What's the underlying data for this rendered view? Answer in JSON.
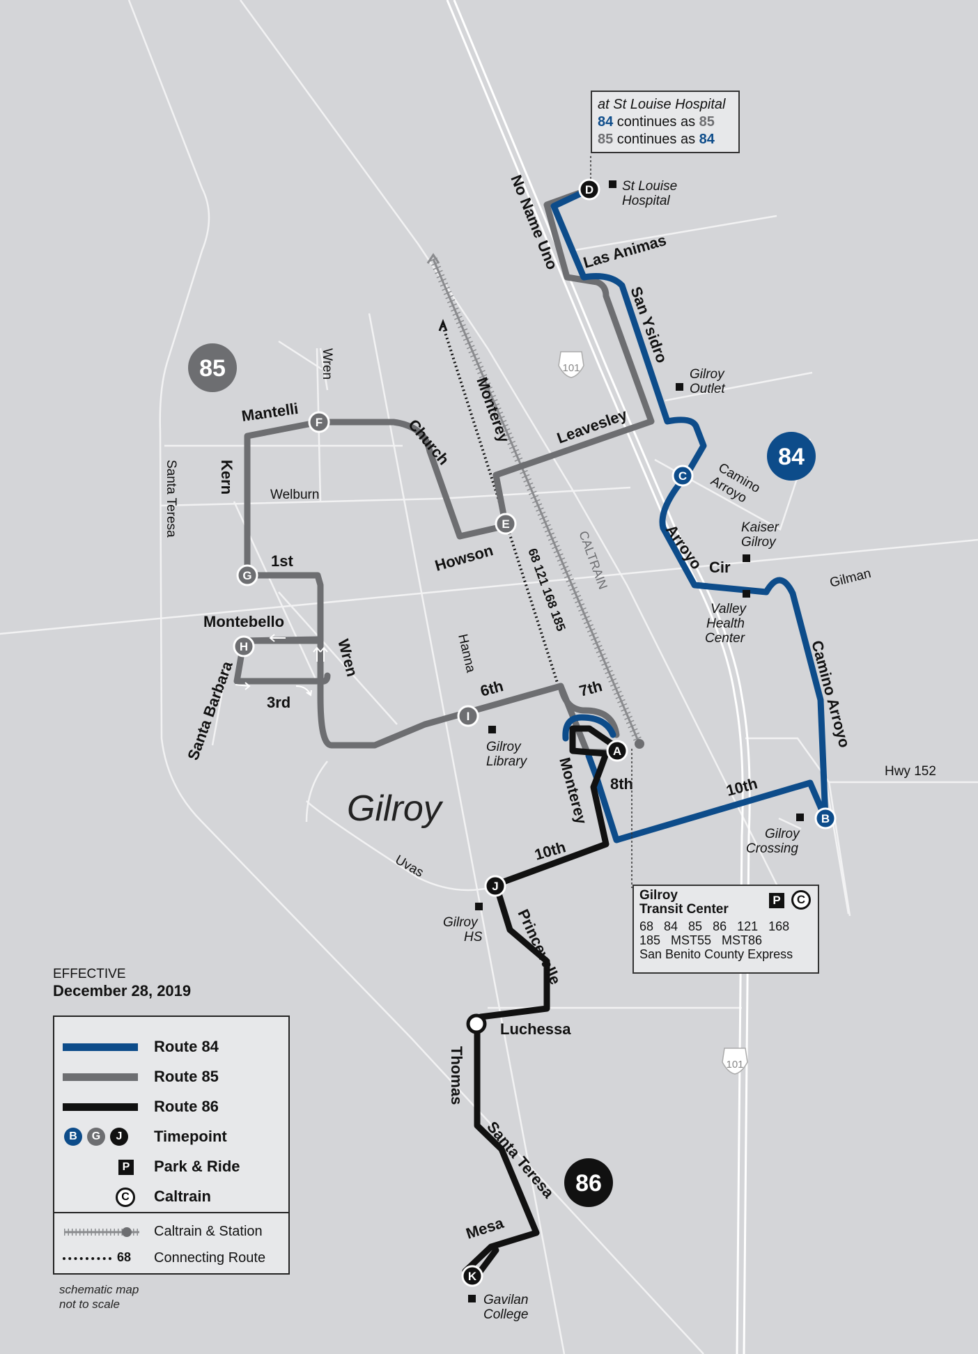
{
  "city_label": "Gilroy",
  "route_badges": [
    {
      "text": "84",
      "color": "#0d4c8a"
    },
    {
      "text": "85",
      "color": "#6d6e71"
    },
    {
      "text": "86",
      "color": "#111111"
    }
  ],
  "streets": {
    "no_name_uno": "No Name Uno",
    "las_animas": "Las Animas",
    "san_ysidro": "San Ysidro",
    "wren_top": "Wren",
    "wren_mid": "Wren",
    "mantelli": "Mantelli",
    "church": "Church",
    "monterey_top": "Monterey",
    "leavesley": "Leavesley",
    "camino_arroyo_top": "Camino\nArroyo",
    "kern": "Kern",
    "welburn": "Welburn",
    "santa_teresa_north": "Santa Teresa",
    "howson": "Howson",
    "arroyo_cir": "Arroyo   Cir",
    "first": "1st",
    "gilman": "Gilman",
    "montebello": "Montebello",
    "hanna": "Hanna",
    "santa_barbara": "Santa Barbara",
    "third": "3rd",
    "sixth": "6th",
    "seventh": "7th",
    "caltrain": "CALTRAIN",
    "connecting_routes": "68  121  168  185",
    "camino_arroyo_right": "Camino Arroyo",
    "hwy_152": "Hwy 152",
    "eighth": "8th",
    "tenth_right": "10th",
    "monterey_bottom": "Monterey",
    "uvas": "Uvas",
    "tenth_left": "10th",
    "princevalle": "Princevalle",
    "luchessa": "Luchessa",
    "thomas": "Thomas",
    "santa_teresa_south": "Santa Teresa",
    "mesa": "Mesa",
    "hwy_101": "101"
  },
  "landmarks": {
    "st_louise": [
      "St Louise",
      "Hospital"
    ],
    "gilroy_outlet": [
      "Gilroy",
      "Outlet"
    ],
    "kaiser": [
      "Kaiser",
      "Gilroy"
    ],
    "valley_health": [
      "Valley",
      "Health",
      "Center"
    ],
    "library": [
      "Gilroy",
      "Library"
    ],
    "gilroy_crossing": [
      "Gilroy",
      "Crossing"
    ],
    "gilroy_hs": [
      "Gilroy",
      "HS"
    ],
    "gavilan": [
      "Gavilan",
      "College"
    ]
  },
  "timepoints": [
    "A",
    "B",
    "C",
    "D",
    "E",
    "F",
    "G",
    "H",
    "I",
    "J",
    "K"
  ],
  "st_louise_callout": {
    "title": "at St Louise Hospital",
    "line1_route": "84",
    "line1_text": " continues as ",
    "line1_to": "85",
    "line2_route": "85",
    "line2_text": " continues as ",
    "line2_to": "84"
  },
  "transit_center": {
    "name_line1": "Gilroy",
    "name_line2": "Transit Center",
    "park_icon": "P",
    "caltrain_icon": "C",
    "routes_line1": "68   84   85   86   121   168",
    "routes_line2": "185   MST55   MST86",
    "routes_line3": "San Benito County Express"
  },
  "effective": {
    "label": "EFFECTIVE",
    "date": "December 28, 2019"
  },
  "legend": {
    "route84": "Route 84",
    "route85": "Route 85",
    "route86": "Route 86",
    "timepoint": "Timepoint",
    "park_ride": "Park & Ride",
    "caltrain": "Caltrain",
    "caltrain_station": "Caltrain & Station",
    "connecting_num": "68",
    "connecting": "Connecting Route",
    "tp_samples": [
      "B",
      "G",
      "J"
    ],
    "park_icon": "P",
    "caltrain_icon": "C"
  },
  "note": [
    "schematic map",
    "not to scale"
  ],
  "colors": {
    "route84": "#0d4c8a",
    "route85": "#6d6e71",
    "route86": "#111111",
    "background": "#d4d5d8"
  }
}
